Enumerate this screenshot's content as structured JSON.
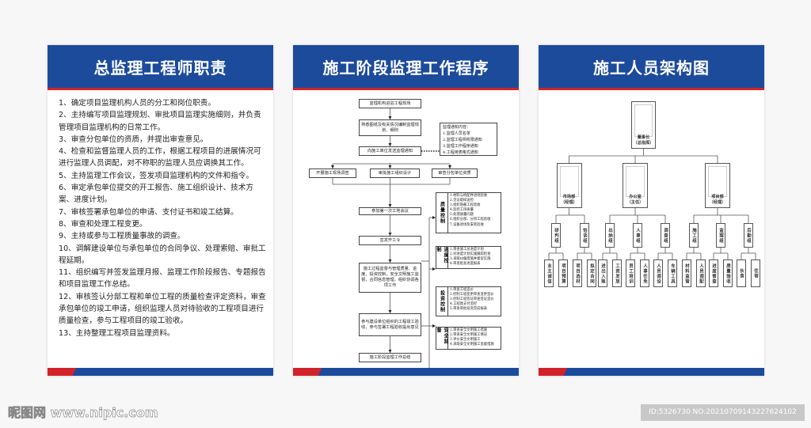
{
  "panels": {
    "left": {
      "title": "总监理工程师职责",
      "duties": [
        "1、确定项目监理机构人员的分工和岗位职责。",
        "2、主持编写项目监理规划、审批项目监理实施细则，并负责管理项目监理机构的日常工作。",
        "3、审查分包单位的资质，并提出审查意见。",
        "4、检查和监督监理人员的工作，根据工程项目的进展情况可进行监理人员调配，对不称职的监理人员应调换其工作。",
        "5、主持监理工作会议，签发项目监理机构的文件和指令。",
        "6、审定承包单位提交的开工报告、施工组织设计、技术方案、进度计划。",
        "7、审核签署承包单位的申请、支付证书和竣工结算。",
        "8、审查和处理工程变更。",
        "9、主持或参与工程质量事故的调查。",
        "10、调解建设单位与承包单位的合同争议、处理索赔、审批工程延期。",
        "11、组织编写并签发监理月报、监理工作阶段报告、专题报告和项目监理工作总结。",
        "12、审核签认分部工程和单位工程的质量检查评定资料，审查承包单位的竣工申请，组织监理人员对待验收的工程项目进行质量检查，参与工程项目的竣工验收。",
        "13、主持整理工程项目监理资料。"
      ]
    },
    "middle": {
      "title": "施工阶段监理工作程序",
      "steps": {
        "s1": "监理机构进驻工程现场",
        "s2": "熟悉图纸及有关情况编制监理规划、细则",
        "s3": "向施工单位发送监理通知",
        "b1": "开展施工现场调查",
        "b2": "审批施工组织设计",
        "b3": "审查分包单位资质",
        "s4": "参加第一次工地会议",
        "s5": "签发开工令",
        "s6": "施工过程监督与管理质量、进度、投资控制，安全文明施工监督，合同信息管理，组织协调各项工作",
        "s7": "参与建设单位组织的工程竣工验收，参与签署工程验收提出意见",
        "s8": "施工阶段监理工作总结"
      },
      "notice": {
        "title": "监理通知内容：",
        "items": [
          "1.监理人员名单",
          "2.监理工程师权限通知",
          "3.监理工作程序通知",
          "4.工程用表格式通知"
        ]
      },
      "controls": [
        {
          "tag": "质量控制",
          "items": [
            "1.材料与构配件进场验收",
            "2.见证取样送检",
            "3.组织隐蔽工程验收",
            "4.监控工序质量",
            "5.处理质量问题",
            "6.组织分部、分项工程验收",
            "7.设备进场及安装验收"
          ]
        },
        {
          "tag": "进度控制",
          "items": [
            "1.审查施工总进度计划",
            "2.对进度计划实施跟踪检查",
            "3.采取纠偏措施并督促实施",
            "4.审查批准进度报表"
          ]
        },
        {
          "tag": "投资控制",
          "items": [
            "1.审查工程造价",
            "2.控制工程变更审查变更造价",
            "3.控制工程签证审查签证造价",
            "4.工程款支付监控",
            "5.审查审批投资完成报表"
          ]
        },
        {
          "tag": "安全监督",
          "items": [
            "1.审查安全文明施工措施",
            "2.审查安全文明施工情况",
            "3.评价安全文明施工",
            "4.采取安全文明施工监督措施"
          ]
        }
      ]
    },
    "right": {
      "title": "施工人员架构图",
      "top": {
        "name": "董事长",
        "role": "（总指挥）"
      },
      "departments": [
        {
          "name": "市场部",
          "role": "（经理）",
          "groups": [
            {
              "name": "研判组",
              "tasks": [
                "业主诚信",
                "项目预算"
              ]
            },
            {
              "name": "恰谈组",
              "tasks": [
                "项目选材",
                "拟定合同"
              ]
            }
          ]
        },
        {
          "name": "办公室",
          "role": "（主任）",
          "groups": [
            {
              "name": "出纳组",
              "tasks": [
                "进出入账",
                "工资发放"
              ]
            },
            {
              "name": "人事组",
              "tasks": [
                "员工培训",
                "人事任免"
              ]
            },
            {
              "name": "调查组",
              "tasks": [
                "人员调设",
                "车辆工具"
              ]
            }
          ]
        },
        {
          "name": "项目部",
          "role": "（经理）",
          "groups": [
            {
              "name": "施工组",
              "tasks": [
                "材料监管",
                "人员调配"
              ]
            },
            {
              "name": "监理组",
              "tasks": [
                "进度督查",
                "质量验收"
              ]
            },
            {
              "name": "后勤组",
              "tasks": [
                "伙食",
                "住宿"
              ]
            }
          ]
        }
      ]
    }
  },
  "watermark": {
    "logo": "昵图网 www.nipic.com",
    "id": "ID:5326730 NO:20210709143227624102"
  },
  "colors": {
    "blue": "#1c4b9c",
    "red": "#d2232a"
  }
}
